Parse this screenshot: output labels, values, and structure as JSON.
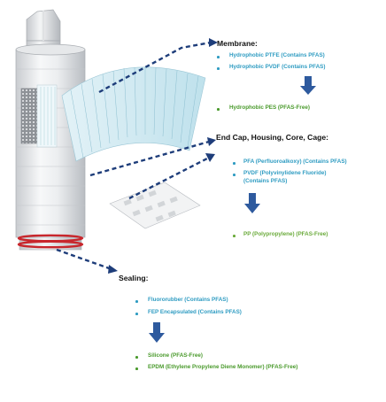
{
  "colors": {
    "pfas": "#2f9cc2",
    "pfas_free": "#4a9a2c",
    "pfas_free_pp": "#6aaa3a",
    "arrow_dash": "#1e3d7a",
    "arrow_block": "#2e5a9e",
    "seal": "#c8262c",
    "heading": "#111111"
  },
  "sections": {
    "membrane": {
      "heading": "Membrane:",
      "items": [
        {
          "text": "Hydrophobic PTFE (Contains PFAS)",
          "status": "pfas"
        },
        {
          "text": "Hydrophobic PVDF (Contains PFAS)",
          "status": "pfas"
        },
        {
          "text": "Hydrophobic PES (PFAS-Free)",
          "status": "pfas_free"
        }
      ]
    },
    "endcap": {
      "heading": "End Cap, Housing, Core, Cage:",
      "items": [
        {
          "text": "PFA (Perfluoroalkoxy) (Contains PFAS)",
          "status": "pfas"
        },
        {
          "text": "PVDF (Polyvinylidene Fluoride) (Contains PFAS)",
          "status": "pfas"
        },
        {
          "text": "PP (Polypropylene) (PFAS-Free)",
          "status": "pfas_free"
        }
      ]
    },
    "sealing": {
      "heading": "Sealing:",
      "items": [
        {
          "text": "Fluororubber (Contains PFAS)",
          "status": "pfas"
        },
        {
          "text": "FEP Encapsulated (Contains PFAS)",
          "status": "pfas"
        },
        {
          "text": "Silicone (PFAS-Free)",
          "status": "pfas_free"
        },
        {
          "text": "EPDM (Ethylene Propylene Diene Monomer) (PFAS-Free)",
          "status": "pfas_free"
        }
      ]
    }
  }
}
